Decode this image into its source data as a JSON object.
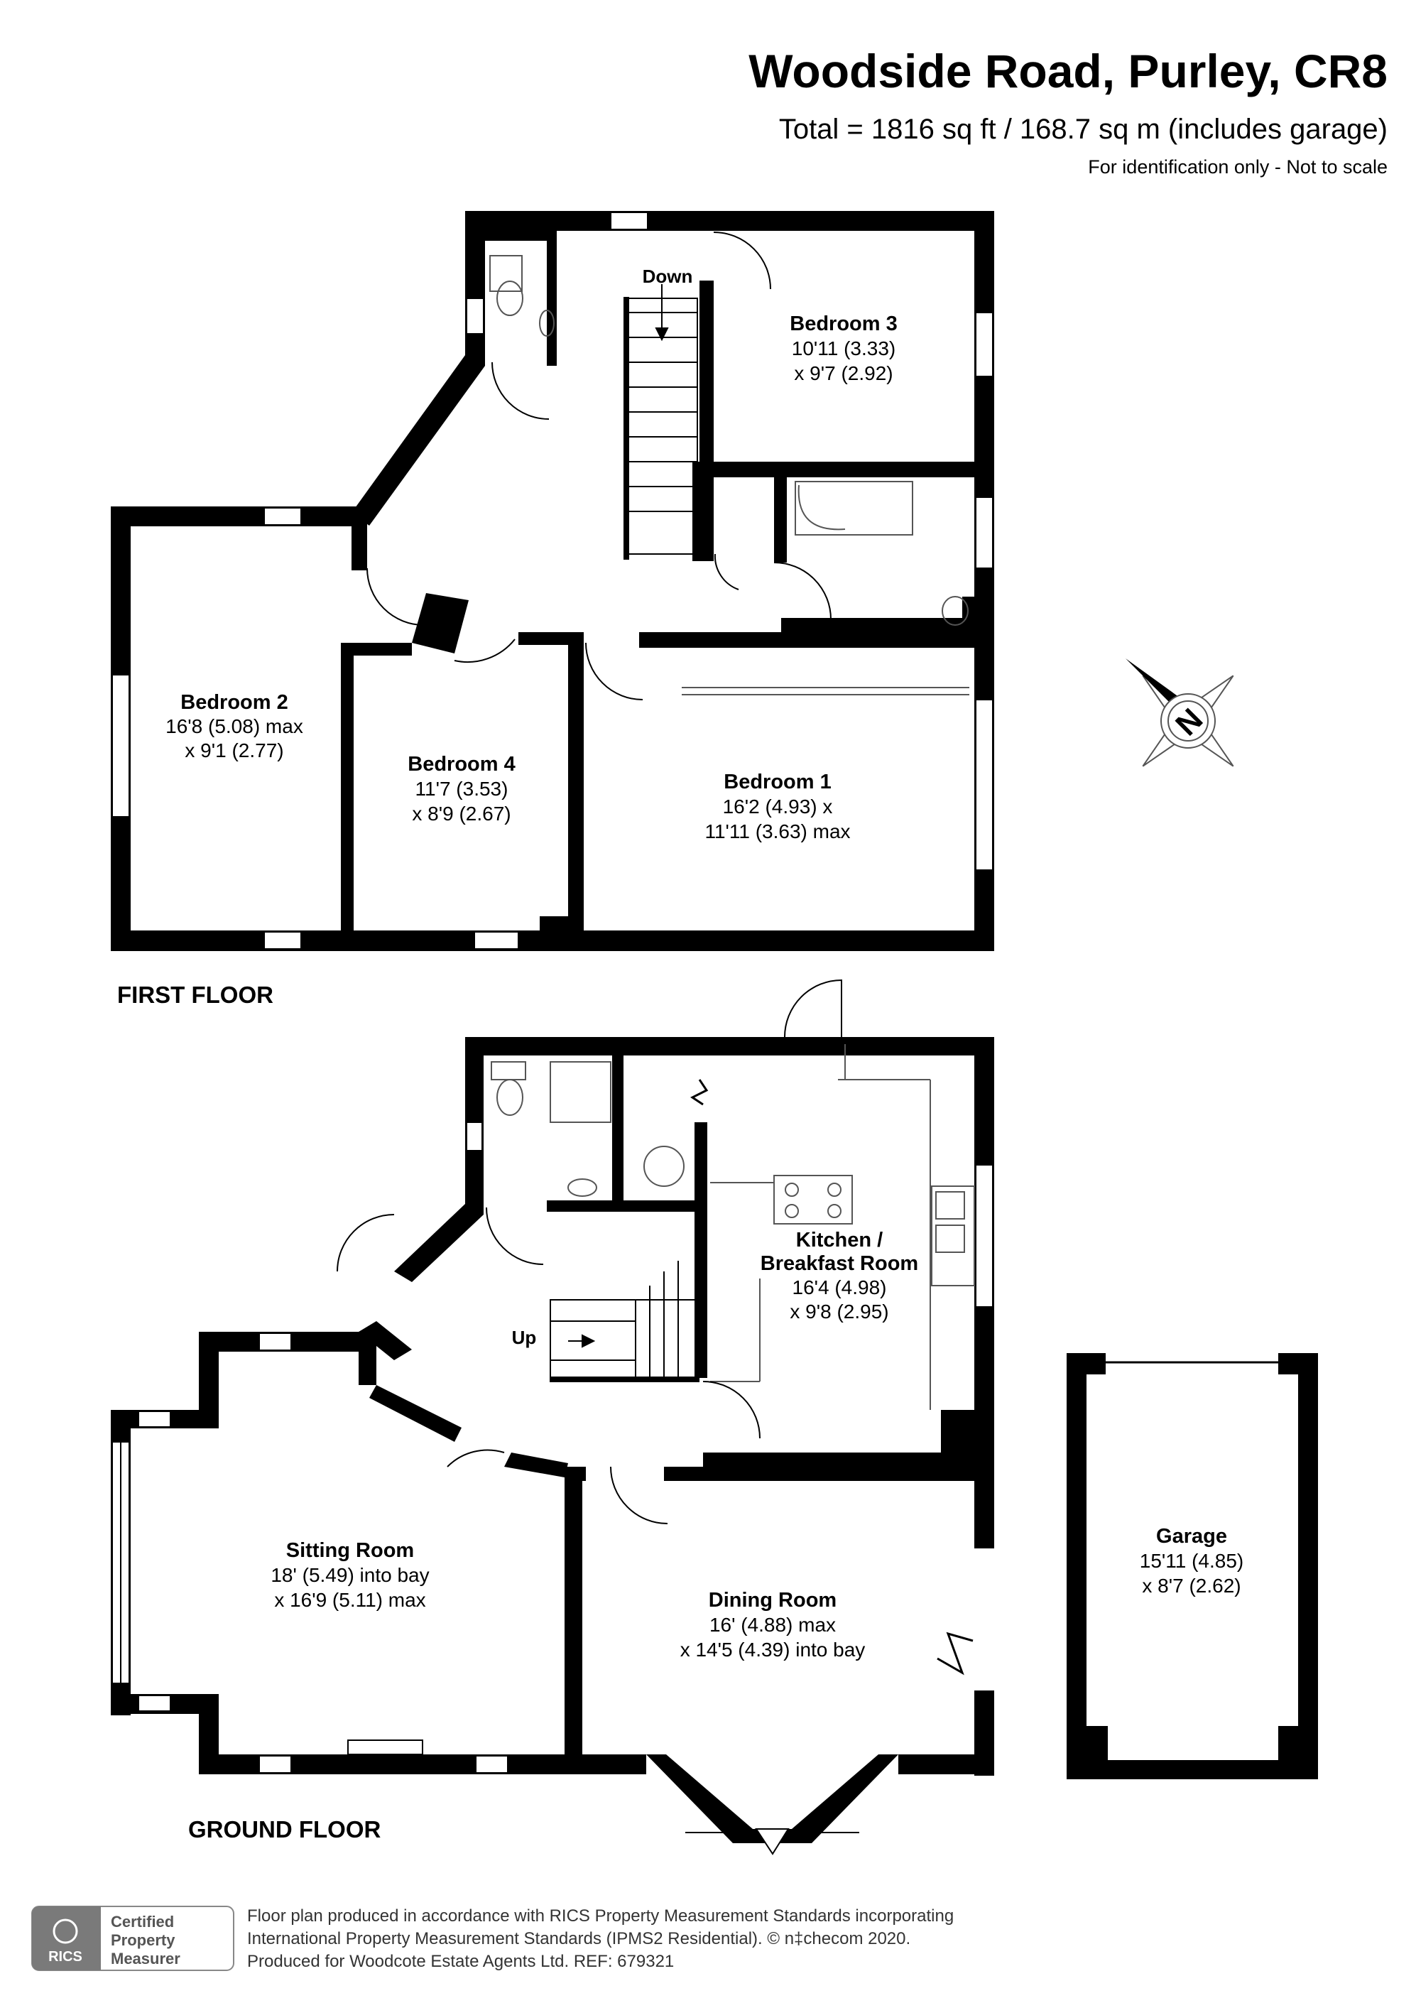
{
  "header": {
    "title": "Woodside Road, Purley, CR8",
    "total": "Total = 1816 sq ft / 168.7 sq m (includes garage)",
    "disclaimer": "For identification only - Not to scale"
  },
  "floors": {
    "first": "FIRST FLOOR",
    "ground": "GROUND FLOOR"
  },
  "stairs": {
    "down": "Down",
    "up": "Up"
  },
  "compass": {
    "letter": "N"
  },
  "rooms": {
    "bedroom3": {
      "name": "Bedroom 3",
      "dim1": "10'11 (3.33)",
      "dim2": "x 9'7 (2.92)"
    },
    "bedroom2": {
      "name": "Bedroom 2",
      "dim1": "16'8 (5.08) max",
      "dim2": "x 9'1 (2.77)"
    },
    "bedroom4": {
      "name": "Bedroom 4",
      "dim1": "11'7 (3.53)",
      "dim2": "x 8'9 (2.67)"
    },
    "bedroom1": {
      "name": "Bedroom 1",
      "dim1": "16'2 (4.93) x",
      "dim2": "11'11 (3.63) max"
    },
    "kitchen": {
      "name1": "Kitchen /",
      "name2": "Breakfast Room",
      "dim1": "16'4 (4.98)",
      "dim2": "x 9'8 (2.95)"
    },
    "sitting": {
      "name": "Sitting Room",
      "dim1": "18' (5.49) into bay",
      "dim2": "x 16'9 (5.11) max"
    },
    "dining": {
      "name": "Dining Room",
      "dim1": "16' (4.88) max",
      "dim2": "x 14'5 (4.39) into bay"
    },
    "garage": {
      "name": "Garage",
      "dim1": "15'11 (4.85)",
      "dim2": "x 8'7 (2.62)"
    }
  },
  "footer": {
    "badge_line1": "Certified",
    "badge_line2": "Property",
    "badge_line3": "Measurer",
    "badge_logo": "RICS",
    "line1": "Floor plan produced in accordance with RICS Property Measurement Standards incorporating",
    "line2": "International Property Measurement Standards (IPMS2 Residential).  © n‡checom 2020.",
    "line3": "Produced for Woodcote Estate Agents Ltd.   REF:  679321"
  },
  "colors": {
    "wall": "#000000",
    "fixture": "#555555",
    "badge_logo": "#7a7a7a"
  }
}
